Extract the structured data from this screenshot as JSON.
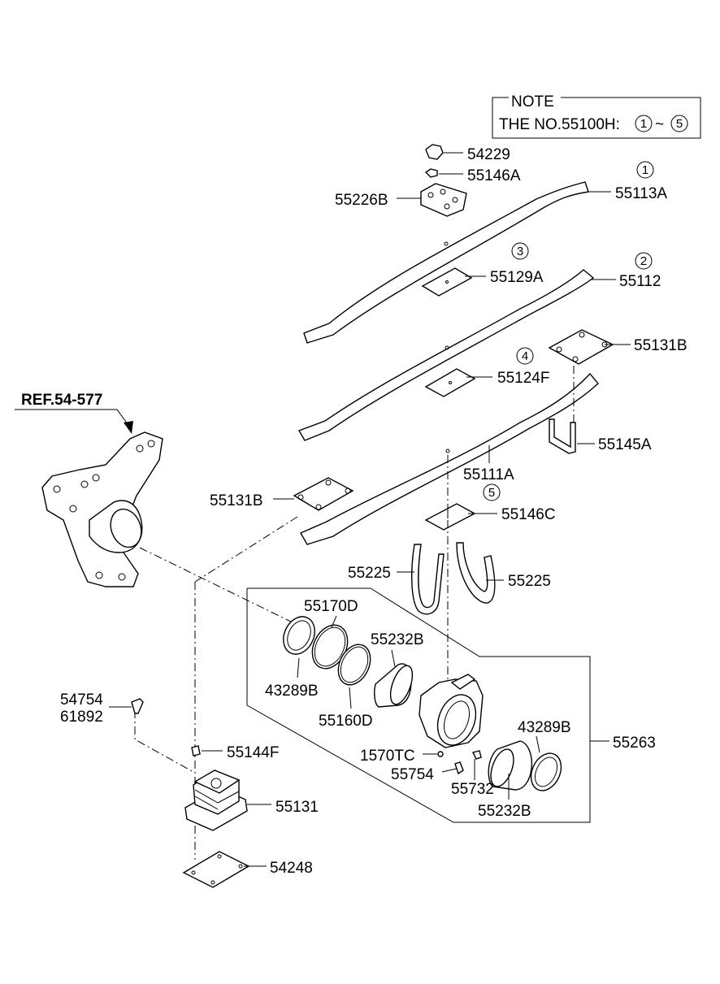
{
  "note": {
    "title": "NOTE",
    "text": "THE NO.55100H:",
    "range_start": "1",
    "tilde": "~",
    "range_end": "5"
  },
  "reference": "REF.54-577",
  "callouts": [
    "1",
    "2",
    "3",
    "4",
    "5"
  ],
  "labels": {
    "p54229": "54229",
    "p55146A": "55146A",
    "p55226B": "55226B",
    "p55113A": "55113A",
    "p55129A": "55129A",
    "p55112": "55112",
    "p55131B_r": "55131B",
    "p55124F": "55124F",
    "p55145A": "55145A",
    "p55111A": "55111A",
    "p55131B_l": "55131B",
    "p55146C": "55146C",
    "p55225_l": "55225",
    "p55225_r": "55225",
    "p55170D": "55170D",
    "p55232B_t": "55232B",
    "p43289B_l": "43289B",
    "p55160D": "55160D",
    "p43289B_r": "43289B",
    "p55263": "55263",
    "p54754": "54754",
    "p61892": "61892",
    "p55144F": "55144F",
    "p1570TC": "1570TC",
    "p55754": "55754",
    "p55732": "55732",
    "p55232B_b": "55232B",
    "p55131": "55131",
    "p54248": "54248"
  }
}
